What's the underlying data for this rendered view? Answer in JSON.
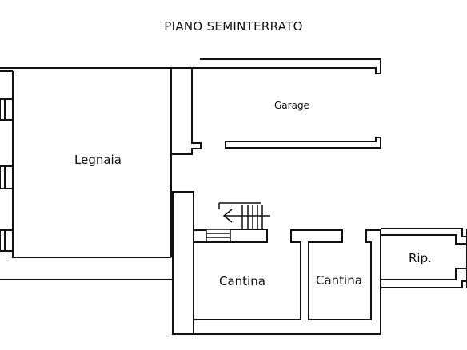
{
  "title": "PIANO SEMINTERRATO",
  "rooms": {
    "garage": "Garage",
    "legnaia": "Legnaia",
    "cantina_1": "Cantina",
    "cantina_2": "Cantina",
    "ripostiglio": "Rip."
  },
  "colors": {
    "wall": "#111111",
    "background": "#ffffff"
  },
  "icons": {
    "stairs": "stairs-arrow-left-icon"
  }
}
